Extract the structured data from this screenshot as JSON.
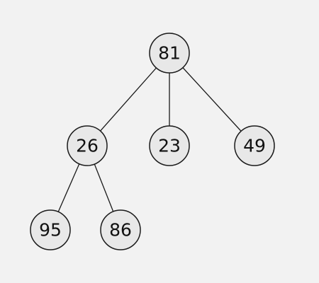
{
  "tree": {
    "nodes": [
      {
        "id": "n81",
        "label": "81"
      },
      {
        "id": "n26",
        "label": "26"
      },
      {
        "id": "n23",
        "label": "23"
      },
      {
        "id": "n49",
        "label": "49"
      },
      {
        "id": "n95",
        "label": "95"
      },
      {
        "id": "n86",
        "label": "86"
      }
    ],
    "edges": [
      {
        "from": "n81",
        "to": "n26"
      },
      {
        "from": "n81",
        "to": "n23"
      },
      {
        "from": "n81",
        "to": "n49"
      },
      {
        "from": "n26",
        "to": "n95"
      },
      {
        "from": "n26",
        "to": "n86"
      }
    ]
  }
}
